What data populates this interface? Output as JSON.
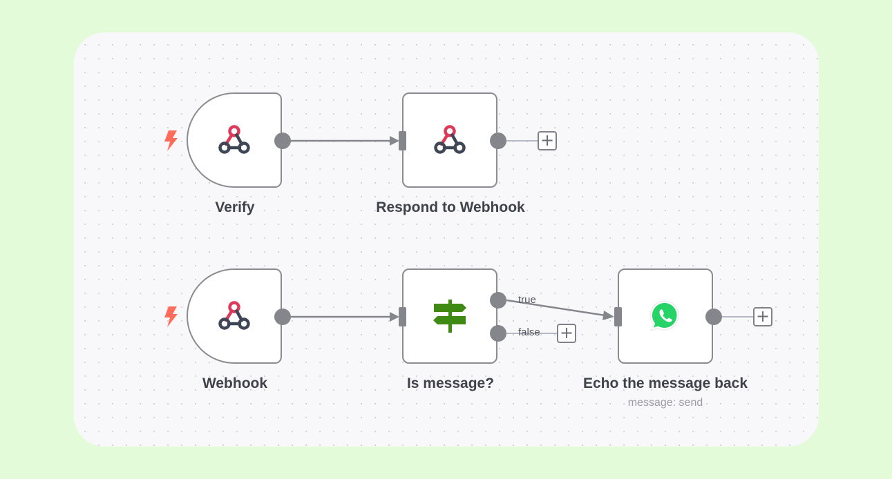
{
  "workflow": {
    "nodes": [
      {
        "id": "verify",
        "label": "Verify",
        "icon": "webhook-icon",
        "trigger": true
      },
      {
        "id": "respond",
        "label": "Respond to Webhook",
        "icon": "webhook-icon",
        "trigger": false
      },
      {
        "id": "webhook",
        "label": "Webhook",
        "icon": "webhook-icon",
        "trigger": true
      },
      {
        "id": "ismessage",
        "label": "Is message?",
        "icon": "signpost-icon",
        "trigger": false
      },
      {
        "id": "echo",
        "label": "Echo the message back",
        "subtitle": "message: send",
        "icon": "whatsapp-icon",
        "trigger": false
      }
    ],
    "branches": {
      "true_label": "true",
      "false_label": "false"
    },
    "add_button_symbol": "+"
  },
  "colors": {
    "page_background": "#e3fbd9",
    "canvas_background": "#f8f8fa",
    "node_border": "#8a8a90",
    "connector": "#85868c",
    "trigger_bolt": "#ff6d5a",
    "webhook_pink": "#dd3a5a",
    "webhook_dark": "#3f4756",
    "signpost_green": "#3f8a12",
    "whatsapp_green": "#25d366"
  }
}
